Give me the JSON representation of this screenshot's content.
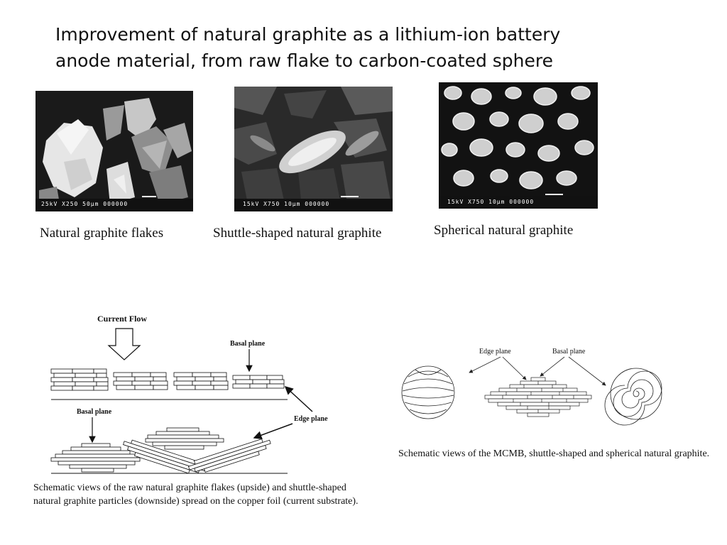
{
  "slide": {
    "title_lines": [
      "Improvement of natural graphite as a lithium-ion battery",
      "anode material, from raw flake to carbon-coated sphere"
    ]
  },
  "micrographs": [
    {
      "label": "Natural graphite flakes",
      "scale_text": "25kV  X250   50μm  000000",
      "icon": "sem-micrograph-flakes"
    },
    {
      "label": "Shuttle-shaped natural graphite",
      "scale_text": "15kV  X750   10μm  000000",
      "icon": "sem-micrograph-shuttle"
    },
    {
      "label": "Spherical natural graphite",
      "scale_text": "15kV  X750   10μm  000000",
      "icon": "sem-micrograph-spheres"
    }
  ],
  "left_diagram": {
    "current_flow": "Current Flow",
    "basal_plane_top": "Basal plane",
    "basal_plane_bottom": "Basal plane",
    "edge_plane": "Edge plane",
    "caption": "Schematic views of the raw natural graphite flakes (upside) and shuttle-shaped natural graphite particles (downside) spread on the copper foil (current substrate)."
  },
  "right_diagram": {
    "edge_plane": "Edge plane",
    "basal_plane": "Basal plane",
    "caption": "Schematic views of the MCMB, shuttle-shaped and spherical natural graphite."
  },
  "colors": {
    "text": "#111111",
    "sem_dark": "#1c1c1c",
    "sem_light": "#d8d8d8",
    "line": "#222222"
  }
}
